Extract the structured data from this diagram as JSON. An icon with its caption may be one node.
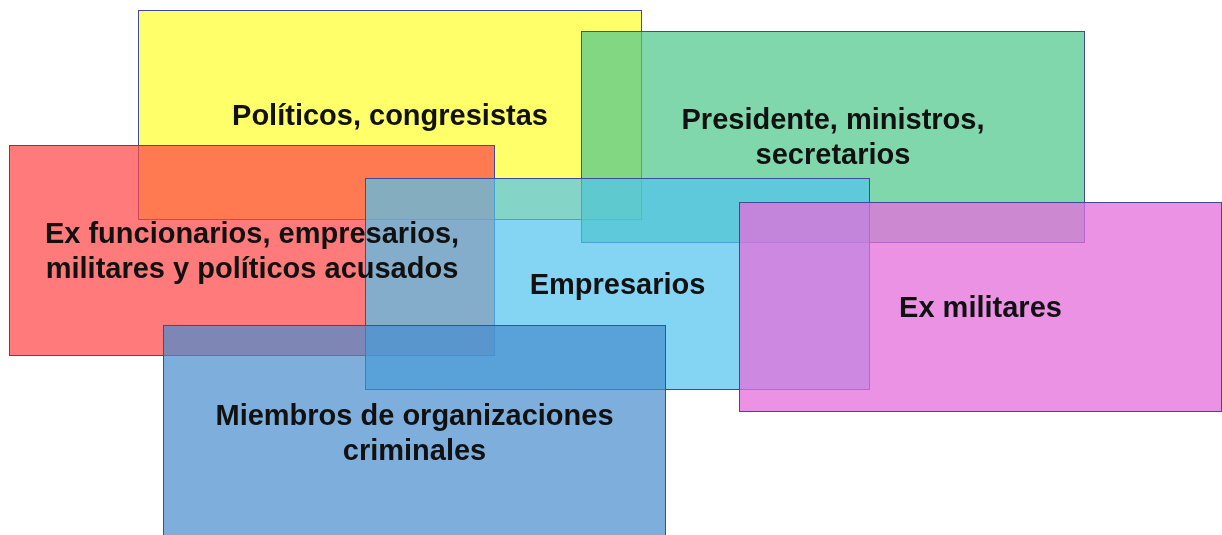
{
  "diagram": {
    "nodes": [
      {
        "text": [
          "Políticos, congresistas"
        ]
      },
      {
        "text": [
          "Presidente, ministros, secretarios"
        ]
      },
      {
        "text": [
          "Ex funcionarios, empresarios, militares y políticos acusados"
        ]
      },
      {
        "text": [
          "Empresarios"
        ]
      },
      {
        "text": [
          "Ex militares"
        ]
      },
      {
        "text": [
          "Miembros de organizaciones criminales"
        ]
      }
    ]
  }
}
